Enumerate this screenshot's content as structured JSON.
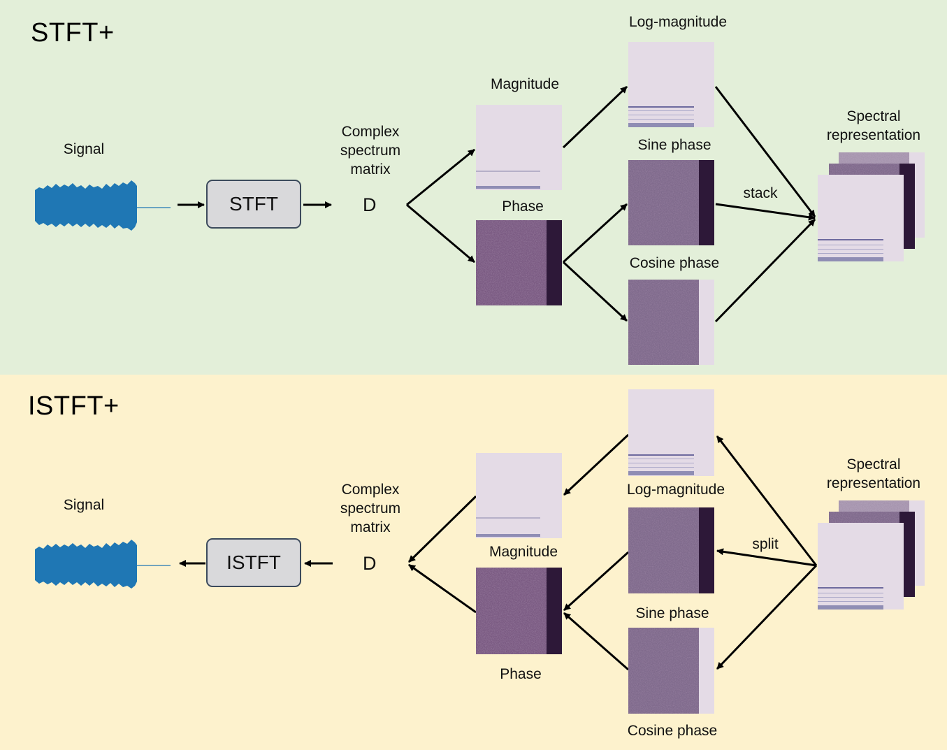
{
  "colors": {
    "top_panel_bg": "#e3efd9",
    "bottom_panel_bg": "#fdf2cd",
    "waveform": "#1f77b4",
    "magnitude_map": "#e4dbe6",
    "phase_map": "#7a5a82",
    "phase_band": "#2d1838",
    "block_fill": "#d9d9db",
    "block_border": "#3c4a5c"
  },
  "top": {
    "title": "STFT+",
    "signal_label": "Signal",
    "block_label": "STFT",
    "complex_label": [
      "Complex",
      "spectrum",
      "matrix"
    ],
    "d_label": "D",
    "magnitude_label": "Magnitude",
    "phase_label": "Phase",
    "logmag_label": "Log-magnitude",
    "sine_label": "Sine phase",
    "cosine_label": "Cosine phase",
    "spectral_label": [
      "Spectral",
      "representation"
    ],
    "op_label": "stack"
  },
  "bottom": {
    "title": "ISTFT+",
    "signal_label": "Signal",
    "block_label": "ISTFT",
    "complex_label": [
      "Complex",
      "spectrum",
      "matrix"
    ],
    "d_label": "D",
    "magnitude_label": "Magnitude",
    "phase_label": "Phase",
    "logmag_label": "Log-magnitude",
    "sine_label": "Sine phase",
    "cosine_label": "Cosine phase",
    "spectral_label": [
      "Spectral",
      "representation"
    ],
    "op_label": "split"
  }
}
